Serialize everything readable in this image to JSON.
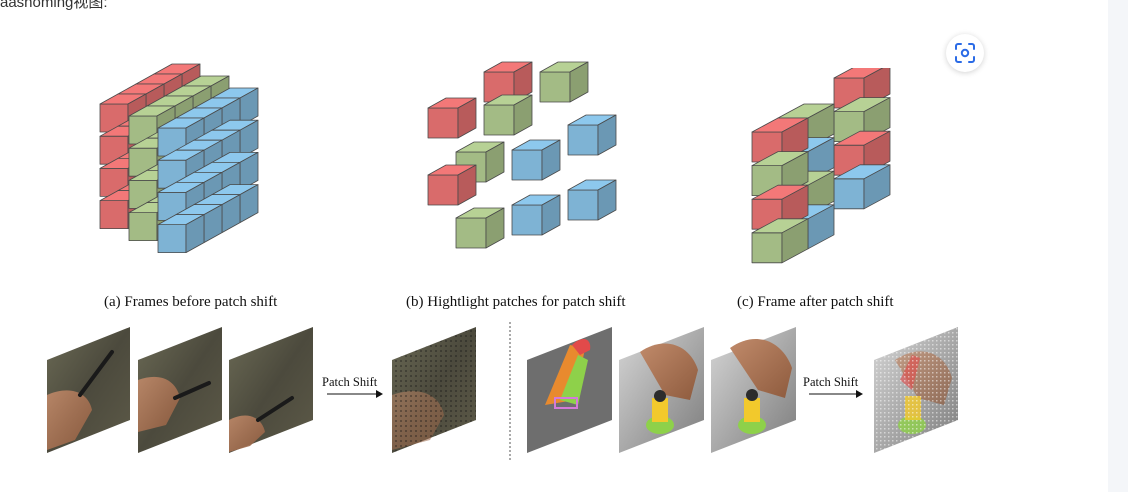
{
  "header_text": "aashoming视图:",
  "captions": {
    "a": "(a) Frames before patch shift",
    "b": "(b) Hightlight patches for patch shift",
    "c": "(c) Frame after patch shift"
  },
  "arrow_labels": {
    "left": "Patch Shift",
    "right": "Patch Shift"
  },
  "colors": {
    "red": "#d96b6b",
    "green": "#a3bb85",
    "blue": "#7eb3d4",
    "scan_icon": "#2b6be6"
  },
  "icons": {
    "scan_button": "scan-image-icon"
  }
}
